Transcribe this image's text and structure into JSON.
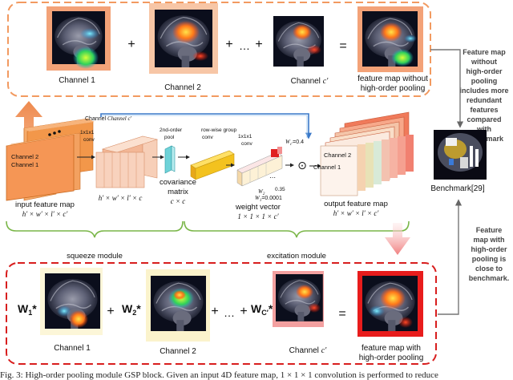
{
  "top_panel": {
    "channel1": "Channel 1",
    "channel2": "Channel 2",
    "channel_c_prefix": "Channel",
    "channel_c_sym": "c′",
    "plus1": "+",
    "plus2": "+",
    "plus3": "+",
    "ellipsis": "…",
    "equals": "=",
    "result_line1": "feature map without",
    "result_line2": "high-order pooling"
  },
  "middle": {
    "input_label": "input feature map",
    "input_dims": "h′ × w′ × l′ × c′",
    "stack_channel1": "Channel 1",
    "stack_channel2": "Channel 2",
    "stack_channel_c": "Channel c′",
    "conv1": [
      "1x1x1",
      "conv"
    ],
    "dims_hwlc": "h′ × w′ × l′ × c",
    "pool_label": [
      "2nd-order",
      "pool"
    ],
    "cov_label": [
      "covariance",
      "matrix"
    ],
    "cov_dims": "c × c",
    "rowconv_label": [
      "row-wise group",
      "conv"
    ],
    "conv2": [
      "1x1x1",
      "conv"
    ],
    "wc_label": "W",
    "wc_sub": "c′",
    "wc_val": "=0.4",
    "w2_label": "W",
    "w2_sub": "2",
    "w2_val": "0.35",
    "w1_label": "W",
    "w1_sub": "1",
    "w1_val": "=0.0001",
    "weight_label": "weight vector",
    "weight_dims": "1 × 1 × 1 × c′",
    "odot": "⊙",
    "out_label": "output feature map",
    "out_dims": "h′ × w′ × l′ × c′",
    "out_channel1": "Channel 1",
    "out_channel2": "Channel 2",
    "squeeze": "squeeze module",
    "excitation": "excitation module"
  },
  "right": {
    "note_top": [
      "Feature map",
      "without",
      "high-order",
      "pooling",
      "includes more",
      "redundant",
      "features",
      "compared",
      "with",
      "benchmark"
    ],
    "benchmark": "Benchmark[29]",
    "note_bottom": [
      "Feature",
      "map with",
      "high-order",
      "pooling is",
      "close to",
      "benchmark."
    ]
  },
  "bottom_panel": {
    "w1": "W",
    "w1_sub": "1",
    "w2": "W",
    "w2_sub": "2",
    "wc": "W",
    "wc_sub": "C′",
    "star": "*",
    "plus1": "+",
    "plus2": "+",
    "plus3": "+",
    "ellipsis": "…",
    "equals": "=",
    "channel1": "Channel 1",
    "channel2": "Channel 2",
    "channel_c_prefix": "Channel",
    "channel_c_sym": "c′",
    "result_line1": "feature map with",
    "result_line2": "high-order pooling"
  },
  "caption": "Fig. 3: High-order pooling module GSP block. Given an input 4D feature map, 1 × 1 × 1 convolution is performed to reduce"
}
